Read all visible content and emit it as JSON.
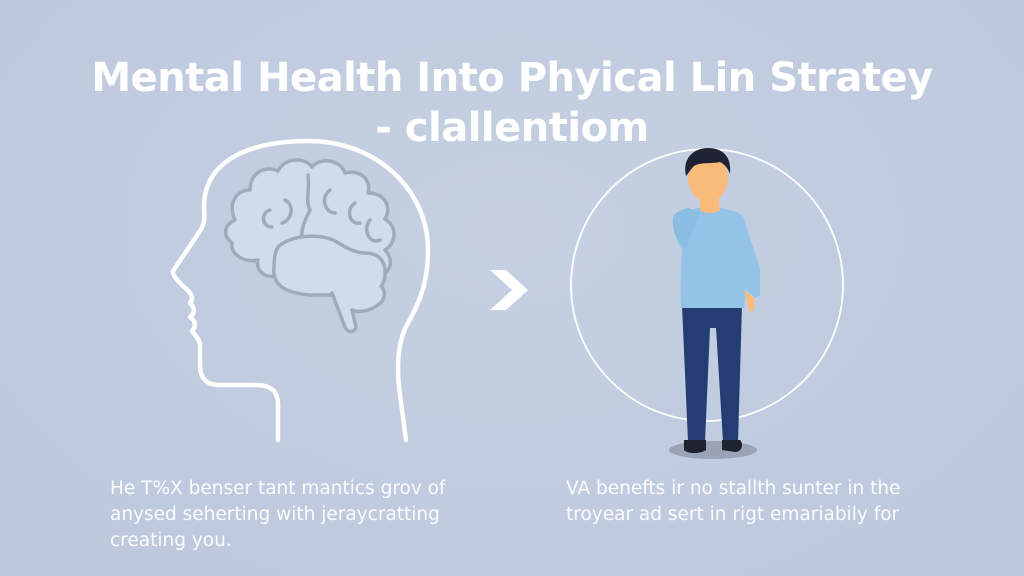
{
  "title": {
    "line1": "Mental Health Into Phyical Lin Stratey",
    "line2": "- clallentiom"
  },
  "left_panel": {
    "illustration": "head-with-brain-icon",
    "caption_lines": [
      "He T%X benser tant mantics grov of",
      "anysed seherting with jeraycratting",
      "creating you."
    ]
  },
  "connector": {
    "icon": "chevron-right-icon"
  },
  "right_panel": {
    "illustration": "standing-person-in-circle-icon",
    "caption_lines": [
      "VA benefts ir no stallth sunter in the",
      "troyear ad sert in rigt emariabily for"
    ]
  },
  "colors": {
    "background": "#c2cde0",
    "text": "#ffffff",
    "brain_fill": "#d0dcea",
    "brain_stroke": "#9faabb",
    "shirt": "#93c4e8",
    "pants": "#243d72",
    "skin": "#f9bb7a",
    "hair": "#1e2233",
    "shoes": "#1f2330",
    "shadow": "#9aa4b6"
  }
}
